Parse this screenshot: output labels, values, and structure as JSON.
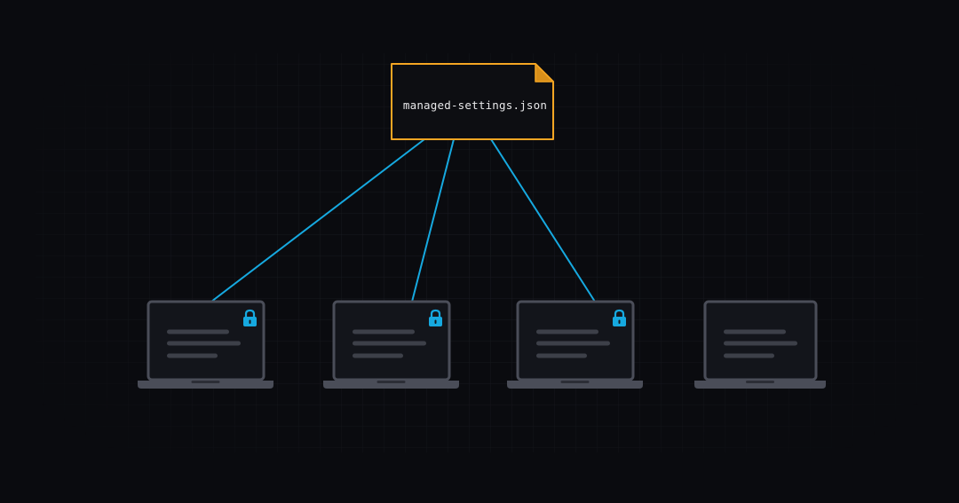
{
  "config_file": {
    "name": "managed-settings.json",
    "border_color": "#f5a623",
    "corner_fold_color": "#d88f1a"
  },
  "connector_color": "#16a9e0",
  "lock_color": "#16a9e0",
  "laptop_color": "#4a4d58",
  "devices": [
    {
      "id": "device-1",
      "locked": true,
      "connected": true
    },
    {
      "id": "device-2",
      "locked": true,
      "connected": true
    },
    {
      "id": "device-3",
      "locked": true,
      "connected": true
    },
    {
      "id": "device-4",
      "locked": false,
      "connected": false
    }
  ]
}
